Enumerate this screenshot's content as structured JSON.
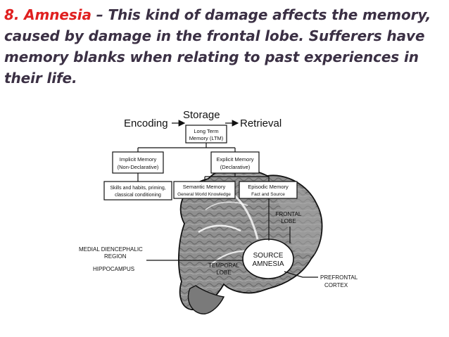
{
  "heading": {
    "number_label": "8. Amnesia",
    "dash": " – ",
    "sentence_1": "This kind of damage affects the memory, caused by damage in the frontal lobe.",
    "sentence_2": "Sufferers have memory blanks when relating to past experiences in their life."
  },
  "diagram": {
    "top": {
      "encoding": "Encoding",
      "storage": "Storage",
      "retrieval": "Retrieval"
    },
    "ltm": {
      "line1": "Long Term",
      "line2": "Memory (LTM)"
    },
    "implicit": {
      "line1": "Implicit Memory",
      "line2": "(Non-Declarative)"
    },
    "explicit": {
      "line1": "Explicit Memory",
      "line2": "(Declarative)"
    },
    "skills": {
      "line1": "Skills and habits, priming,",
      "line2": "classical conditioning"
    },
    "semantic": {
      "line1": "Semantic Memory",
      "line2": "General World Knowledge"
    },
    "episodic": {
      "line1": "Episodic Memory",
      "line2": "Fact and Source"
    },
    "brain_labels": {
      "frontal_1": "FRONTAL",
      "frontal_2": "LOBE",
      "medial_1": "MEDIAL DIENCEPHALIC",
      "medial_2": "REGION",
      "hippocampus": "HIPPOCAMPUS",
      "temporal_1": "TEMPORAL",
      "temporal_2": "LOBE",
      "source_1": "SOURCE",
      "source_2": "AMNESIA",
      "prefrontal_1": "PREFRONTAL",
      "prefrontal_2": "CORTEX"
    }
  },
  "colors": {
    "heading_accent": "#e02020",
    "heading_text": "#3b3044",
    "brain_fill": "#8f8f8f"
  }
}
